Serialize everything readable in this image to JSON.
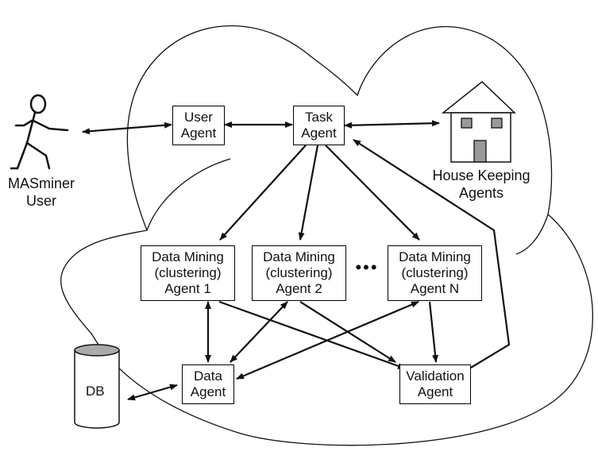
{
  "user": {
    "line1": "MASminer",
    "line2": "User"
  },
  "agents": {
    "user_agent": [
      "User",
      "Agent"
    ],
    "task_agent": [
      "Task",
      "Agent"
    ],
    "dm1": [
      "Data Mining",
      "(clustering)",
      "Agent 1"
    ],
    "dm2": [
      "Data Mining",
      "(clustering)",
      "Agent 2"
    ],
    "dmN": [
      "Data Mining",
      "(clustering)",
      "Agent N"
    ],
    "data_agent": [
      "Data",
      "Agent"
    ],
    "validation_agent": [
      "Validation",
      "Agent"
    ]
  },
  "house": {
    "line1": "House Keeping",
    "line2": "Agents"
  },
  "db": {
    "label": "DB"
  },
  "ellipsis": "•••",
  "colors": {
    "stroke": "#111111",
    "fill": "#ffffff",
    "house_window": "#999999",
    "db_top": "#aaaaaa"
  }
}
